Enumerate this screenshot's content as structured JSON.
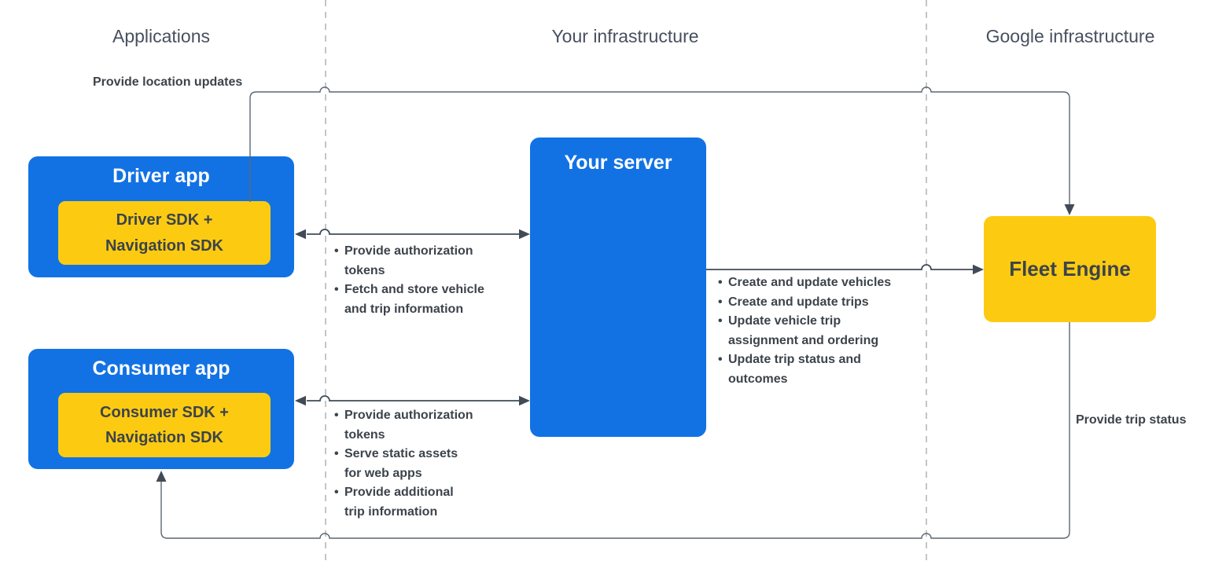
{
  "columns": [
    {
      "label": "Applications"
    },
    {
      "label": "Your infrastructure"
    },
    {
      "label": "Google infrastructure"
    }
  ],
  "nodes": {
    "driver_app": {
      "title": "Driver app",
      "sdk": "Driver SDK +\nNavigation SDK"
    },
    "consumer_app": {
      "title": "Consumer app",
      "sdk": "Consumer SDK +\nNavigation SDK"
    },
    "your_server": {
      "title": "Your server"
    },
    "fleet_engine": {
      "title": "Fleet Engine"
    }
  },
  "edge_labels": {
    "location_updates": "Provide location updates",
    "trip_status": "Provide trip status"
  },
  "bullet_lists": {
    "driver_server": [
      "Provide authorization\ntokens",
      "Fetch and store vehicle\nand trip information"
    ],
    "consumer_server": [
      "Provide authorization\ntokens",
      "Serve static assets\nfor web apps",
      "Provide additional\ntrip information"
    ],
    "server_fleet": [
      "Create and update vehicles",
      "Create and update trips",
      "Update vehicle trip\nassignment and ordering",
      "Update trip status and\noutcomes"
    ]
  },
  "colors": {
    "node_blue": "#1272E4",
    "node_yellow": "#FCCB11",
    "text_dark": "#3C434B",
    "header_gray": "#47505F",
    "line_gray": "#5C6672",
    "arrow_dark": "#414B57",
    "dashed_gray": "#B6BCC2"
  }
}
